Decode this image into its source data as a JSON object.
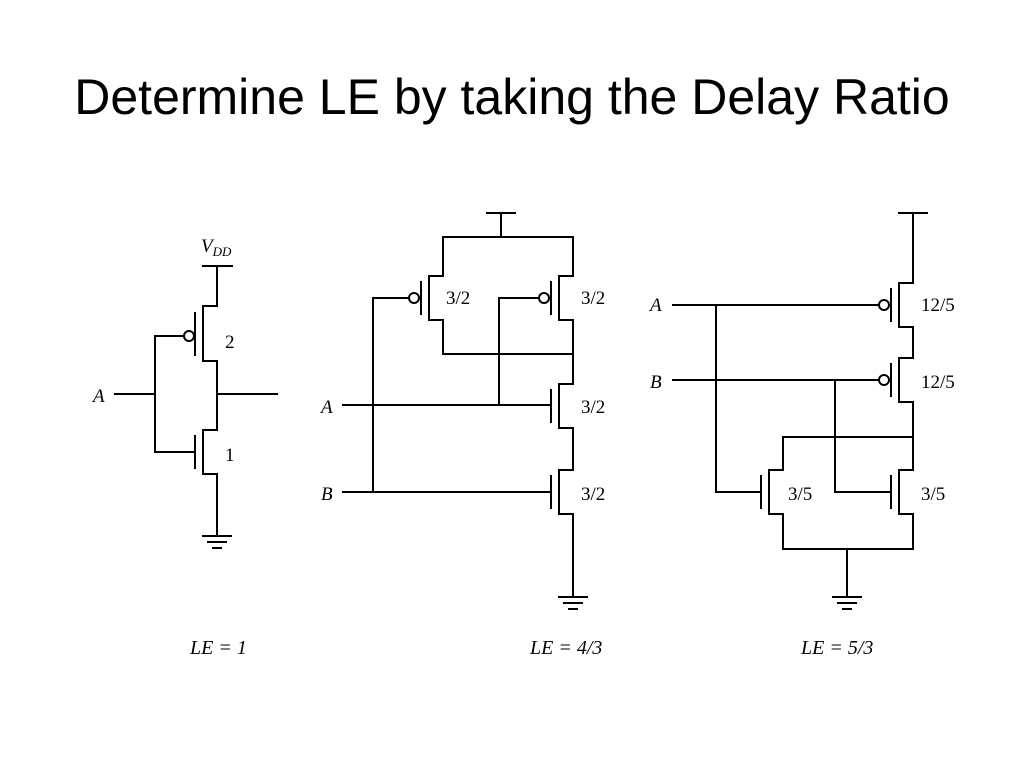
{
  "slide": {
    "title": "Determine LE by taking the Delay Ratio"
  },
  "inverter": {
    "supply": "V",
    "supply_sub": "DD",
    "input": "A",
    "pmos_size": "2",
    "nmos_size": "1",
    "le": "LE = 1"
  },
  "nand": {
    "input_a": "A",
    "input_b": "B",
    "pmos_a_size": "3/2",
    "pmos_b_size": "3/2",
    "nmos_a_size": "3/2",
    "nmos_b_size": "3/2",
    "le": "LE = 4/3"
  },
  "nor": {
    "input_a": "A",
    "input_b": "B",
    "pmos_a_size": "12/5",
    "pmos_b_size": "12/5",
    "nmos_a_size": "3/5",
    "nmos_b_size": "3/5",
    "le": "LE = 5/3"
  }
}
